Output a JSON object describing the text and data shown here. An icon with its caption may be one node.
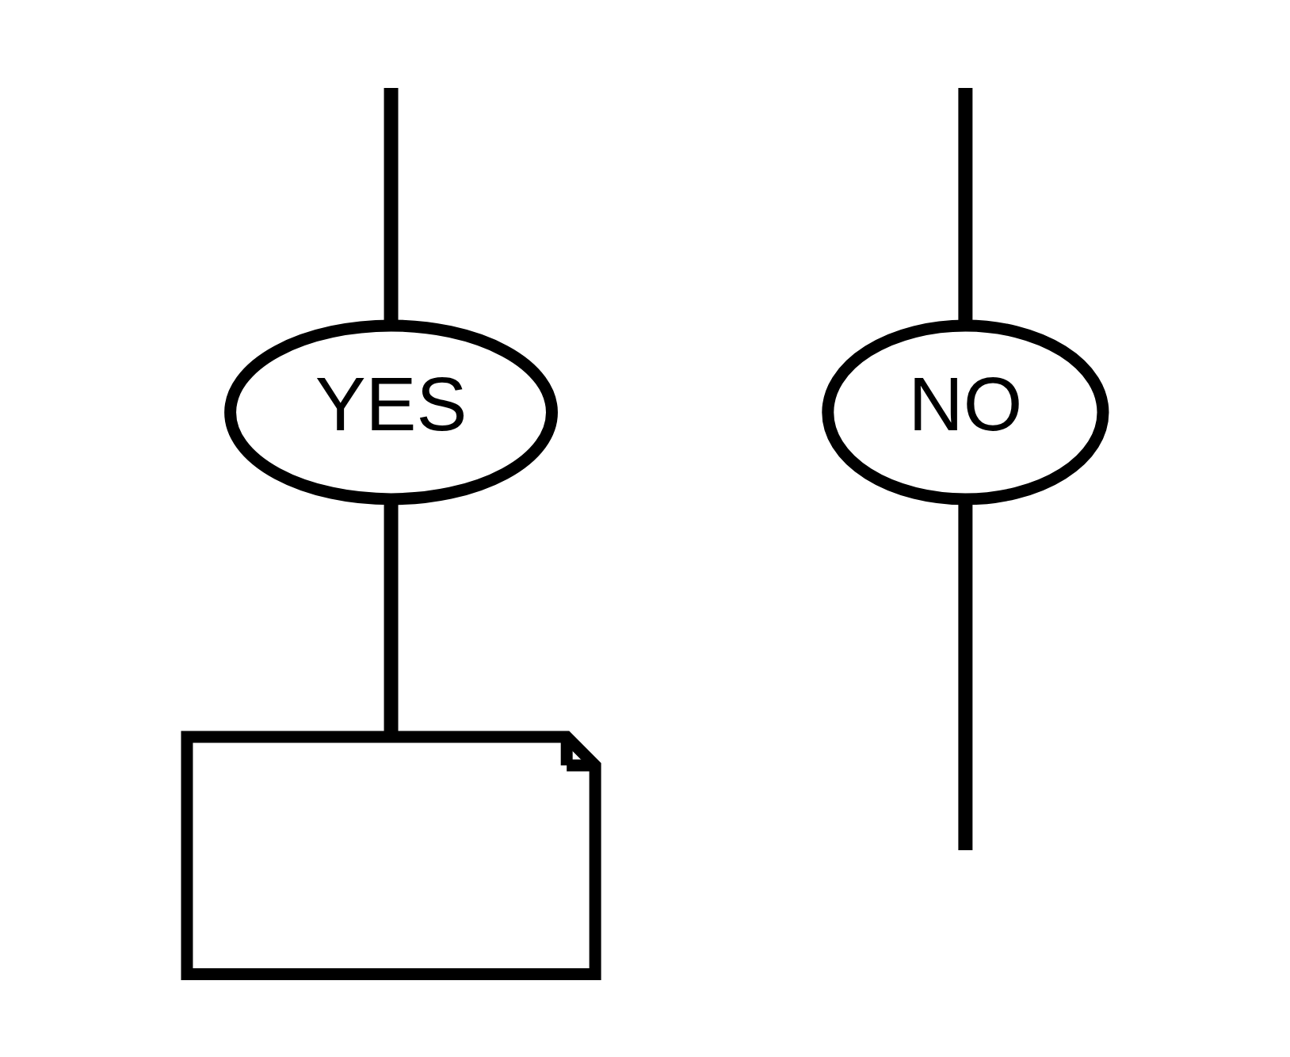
{
  "diagram": {
    "nodes": [
      {
        "text": [
          "YES"
        ]
      },
      {
        "text": [
          "NO"
        ]
      },
      {
        "text": [],
        "shape": "document"
      }
    ],
    "edges": [
      {
        "from": null,
        "to": 0,
        "arrow": "none"
      },
      {
        "from": null,
        "to": 1,
        "arrow": "none"
      },
      {
        "from": 0,
        "to": 2,
        "arrow": "none"
      },
      {
        "from": 1,
        "to": null,
        "arrow": "none"
      }
    ]
  }
}
